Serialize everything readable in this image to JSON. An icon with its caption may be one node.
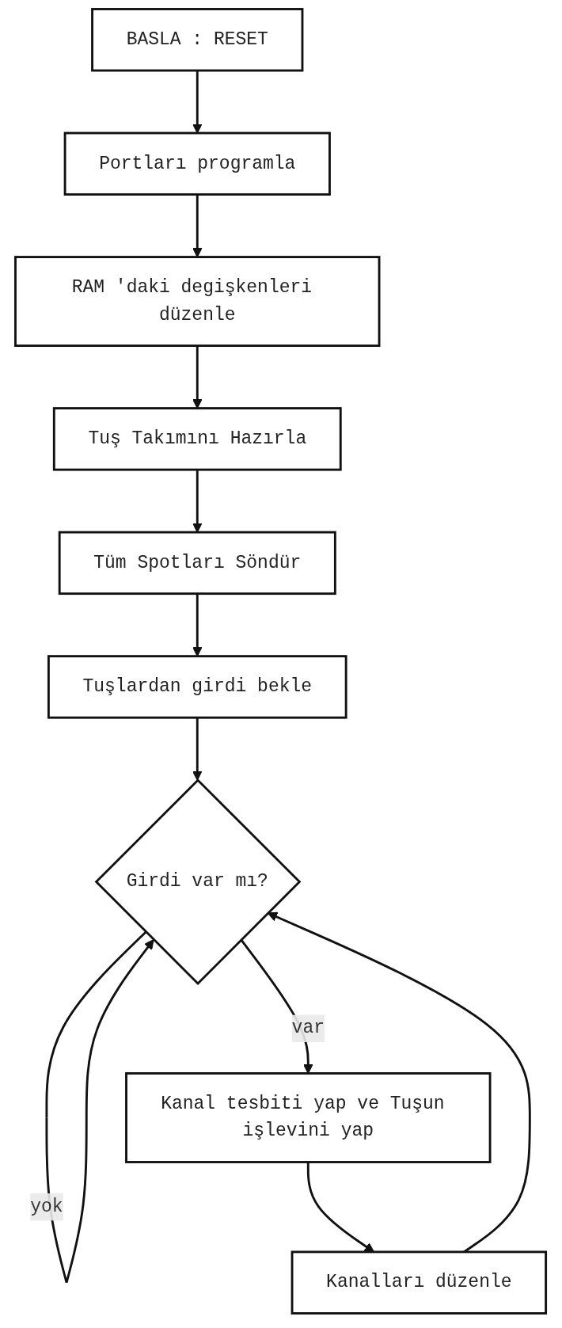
{
  "diagram": {
    "nodes": [
      {
        "text": [
          "BASLA : RESET"
        ]
      },
      {
        "text": [
          "Portları programla"
        ]
      },
      {
        "text": [
          "RAM 'daki degişkenleri düzenle"
        ]
      },
      {
        "text": [
          "Tuş Takımını Hazırla"
        ]
      },
      {
        "text": [
          "Tüm Spotları Söndür"
        ]
      },
      {
        "text": [
          "Tuşlardan girdi bekle"
        ]
      },
      {
        "text": [
          "Girdi var mı?"
        ]
      },
      {
        "text": [
          "Kanal tesbiti yap ve Tuşun işlevini yap"
        ]
      },
      {
        "text": [
          "Kanalları düzenle"
        ]
      }
    ],
    "edges": [
      {
        "from": 0,
        "to": 1,
        "arrow": "to"
      },
      {
        "from": 1,
        "to": 2,
        "arrow": "to"
      },
      {
        "from": 2,
        "to": 3,
        "arrow": "to"
      },
      {
        "from": 3,
        "to": 4,
        "arrow": "to"
      },
      {
        "from": 4,
        "to": 5,
        "arrow": "to"
      },
      {
        "from": 5,
        "to": 6,
        "arrow": "to"
      },
      {
        "from": 6,
        "to": 6,
        "label": "yok",
        "arrow": "to"
      },
      {
        "from": 6,
        "to": 7,
        "label": "var",
        "arrow": "to"
      },
      {
        "from": 7,
        "to": 8,
        "arrow": "to"
      },
      {
        "from": 8,
        "to": 6,
        "arrow": "to"
      }
    ]
  }
}
